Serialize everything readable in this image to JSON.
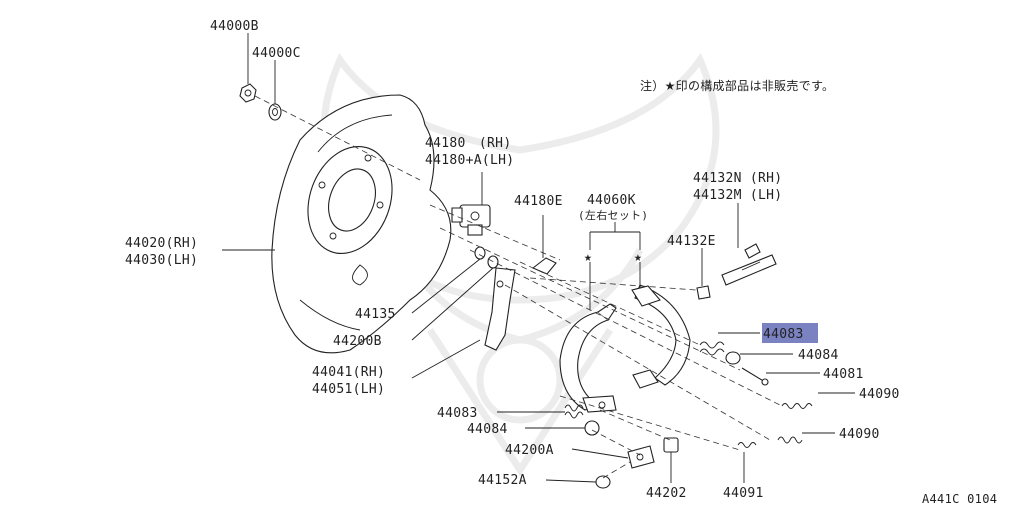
{
  "note": "注）★印の構成部品は非販売です。",
  "star": "★",
  "figure_code": "A441C 0104",
  "highlight_color": "#7b82c2",
  "labels": {
    "p44000b": "44000B",
    "p44000c": "44000C",
    "p44180_rh": "44180　(RH)",
    "p44180_lh": "44180+A(LH)",
    "p44180e": "44180E",
    "p44060k": "44060K",
    "p44060k_sub": "(左右セット)",
    "p44132n": "44132N (RH)",
    "p44132m": "44132M (LH)",
    "p44132e": "44132E",
    "p44020": "44020(RH)",
    "p44030": "44030(LH)",
    "p44135": "44135",
    "p44200b": "44200B",
    "p44083_hl": "44083",
    "p44084_r": "44084",
    "p44081": "44081",
    "p44090_a": "44090",
    "p44090_b": "44090",
    "p44041": "44041(RH)",
    "p44051": "44051(LH)",
    "p44083_l": "44083",
    "p44084_l": "44084",
    "p44200a": "44200A",
    "p44152a": "44152A",
    "p44202": "44202",
    "p44091": "44091"
  }
}
